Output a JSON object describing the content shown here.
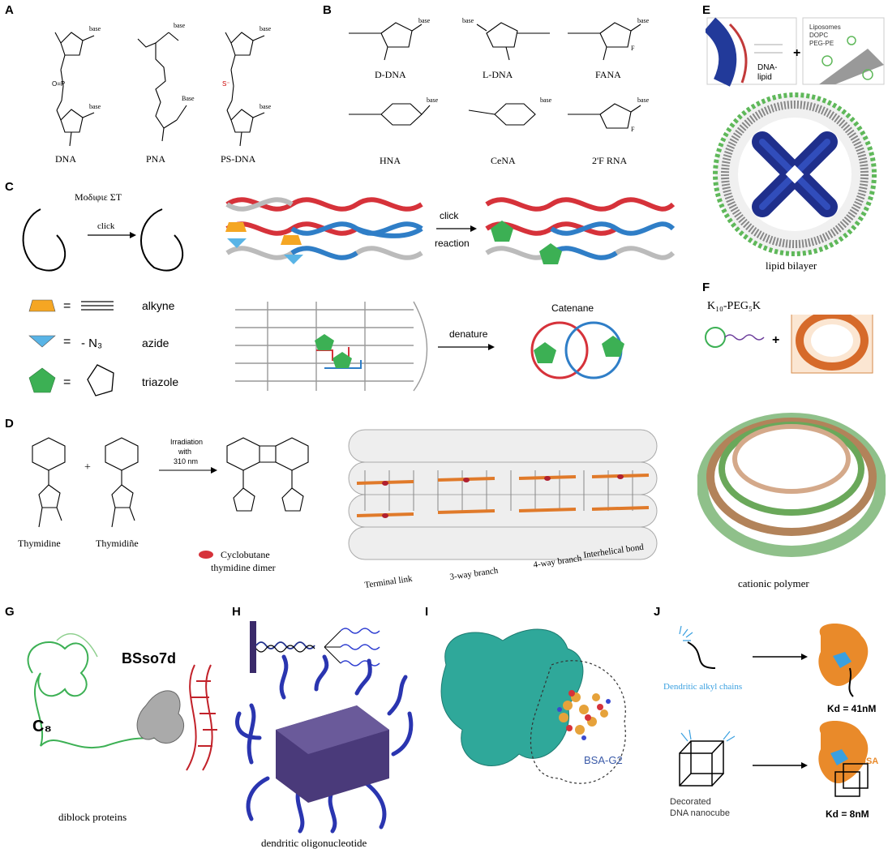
{
  "panels": {
    "A": {
      "label": "A",
      "items": [
        "DNA",
        "PNA",
        "PS-DNA"
      ],
      "base": "base",
      "base_cap": "Base"
    },
    "B": {
      "label": "B",
      "row1": [
        "D-DNA",
        "L-DNA",
        "FANA"
      ],
      "row2": [
        "HNA",
        "CeNA",
        "2'F RNA"
      ],
      "base": "base"
    },
    "C": {
      "label": "C",
      "title": "Μοδιφιε ΣΤ",
      "click": "click",
      "arrow_top": "click",
      "arrow_bottom": "reaction",
      "legend": [
        "alkyne",
        "azide",
        "triazole"
      ],
      "azide_formula": "- N₃",
      "denature": "denature",
      "catenane": "Catenane"
    },
    "D": {
      "label": "D",
      "molecules": [
        "Thymidine",
        "Thymidiñe"
      ],
      "irradiation": [
        "Irradiation",
        "with",
        "310 nm"
      ],
      "dimer": [
        "Cyclobutane",
        "thymidine dimer"
      ],
      "links": [
        "Terminal link",
        "3-way branch",
        "4-way branch",
        "Interhelical bond"
      ]
    },
    "E": {
      "label": "E",
      "dna_lipid": [
        "DNA-",
        "lipid"
      ],
      "liposome": [
        "Liposomes",
        "DOPC",
        "PEG-PE"
      ],
      "caption": "lipid bilayer"
    },
    "F": {
      "label": "F",
      "formula": "K₁₀-PEG₅K",
      "caption": "cationic polymer"
    },
    "G": {
      "label": "G",
      "c8": "C₈",
      "bsso": "BSso7d",
      "caption": "diblock proteins"
    },
    "H": {
      "label": "H",
      "caption": "dendritic oligonucleotide"
    },
    "I": {
      "label": "I",
      "bsa": "BSA-G2"
    },
    "J": {
      "label": "J",
      "dendritic": "Dendritic alkyl chains",
      "hsa": "HSA",
      "kd1": "Kd = 41nM",
      "decorated": [
        "Decorated",
        "DNA nanocube"
      ],
      "kd2": "Kd = 8nM"
    }
  },
  "colors": {
    "red": "#d6323a",
    "blue": "#2f7ec7",
    "orange": "#f5a623",
    "lightblue": "#59b4e6",
    "green": "#3cb054",
    "navy": "#2a3a9a",
    "teal": "#2aa89a",
    "hsa": "#e98a2a"
  }
}
